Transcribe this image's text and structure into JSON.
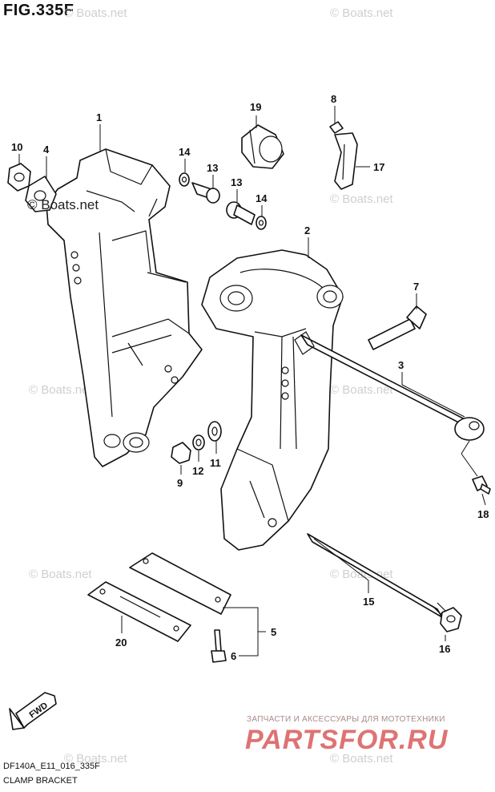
{
  "figure_title": "FIG.335F",
  "diagram_code": "DF140A_E11_016_335F",
  "diagram_name": "CLAMP BRACKET",
  "fwd_label": "FWD",
  "watermark": "© Boats.net",
  "watermark_overlay": "© Boats.net",
  "partsfor_subtitle": "ЗАПЧАСТИ И АКСЕССУАРЫ ДЛЯ МОТОТЕХНИКИ",
  "partsfor_logo": "PARTSFOR.RU",
  "callouts": {
    "c1": "1",
    "c2": "2",
    "c3": "3",
    "c4": "4",
    "c5": "5",
    "c6": "6",
    "c7": "7",
    "c8": "8",
    "c9": "9",
    "c10": "10",
    "c11": "11",
    "c12": "12",
    "c13a": "13",
    "c13b": "13",
    "c14a": "14",
    "c14b": "14",
    "c15": "15",
    "c16": "16",
    "c17": "17",
    "c18": "18",
    "c19": "19",
    "c20": "20"
  },
  "colors": {
    "line": "#111111",
    "watermark": "#cfcfcf",
    "logo": "#d95b5b"
  }
}
